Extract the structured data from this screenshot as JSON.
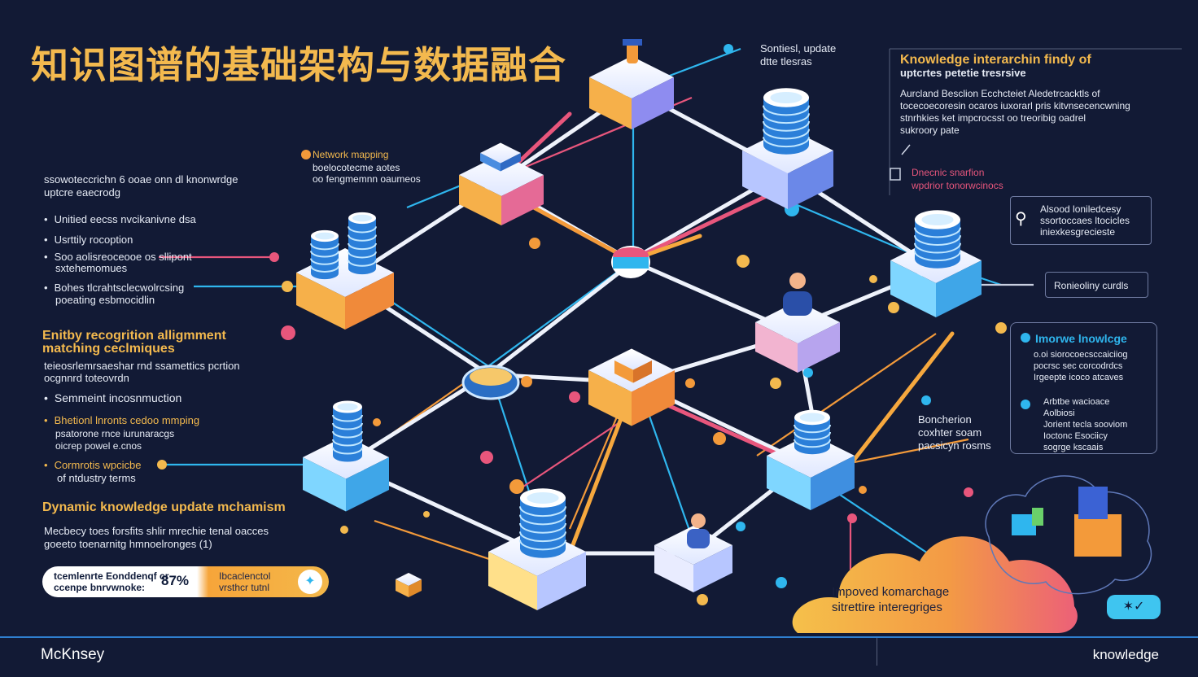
{
  "title": "知识图谱的基础架构与数据融合",
  "top_note": [
    "Sontiesl, update",
    "dtte tlesras"
  ],
  "left": {
    "intro": [
      "ssowoteccrichn 6 ooae onn dl knonwrdge",
      "uptcre eaecrodg"
    ],
    "bullets_1": [
      "Unitied eecss nvcikanivne dsa",
      "Usrttily rocoption",
      "Soo aolisreoceooe os sllipont",
      "Bohes tlcrahtsclecwolrcsing"
    ],
    "bullet_subs": [
      "sxtehemomues",
      "poeating esbmocidlin"
    ],
    "heading_1": [
      "Enitby recogrition alligmment",
      "matching ceclmiques"
    ],
    "para_1": [
      "teieosrlemrsaeshar rnd ssamettics pcrtion",
      "ocgnnrd toteovrdn"
    ],
    "bullet_2": "Semmeint incosnmuction",
    "bullet_3": [
      "Bhetionl lnronts cedoo mmping",
      "psatorone rnce iurunaracgs",
      "oicrep powel e.cnos"
    ],
    "bullet_4": [
      "Cormrotis wpcicbe",
      "of ntdustry terms"
    ],
    "heading_2": "Dynamic knowledge update mchamism",
    "para_2": [
      "Mecbecy toes forsfits shlir mrechie tenal oacces",
      "goeeto toenarnitg hmnoelronges (1)"
    ]
  },
  "pill": {
    "left_text": [
      "tcemlenrte Eonddenqf cr",
      "ccenpe bnrvwnoke:"
    ],
    "value": "87%",
    "right_text": [
      "Ibcaclenctol",
      "vrsthcr tutnl"
    ]
  },
  "graph_labels": {
    "network_mapping": [
      "Network mapping",
      "boelocotecme aotes",
      "oo fengmemnn oaumeos"
    ],
    "dynamic_section": [
      "Dnecnic snarfion",
      "wpdrior tonorwcinocs"
    ],
    "bottom_right": [
      "Boncherion",
      "coxhter soam",
      "pacsicyn rosms"
    ]
  },
  "right": {
    "heading": [
      "Knowledge interarchin findy of",
      "uptcrtes petetie tresrsive"
    ],
    "para": [
      "Aurcland  Besclion  Ecchcteiet  Aledetrcacktls of",
      "tocecoecoresin ocaros iuxorarl pris kitvnsecencwning",
      "stnrhkies  ket impcrocsst oo treoribig oadrel",
      "sukroory pate"
    ],
    "box_1": [
      "Alsood  loniledcesy",
      "ssortoccaes ltocicles",
      "iniexkesgrecieste"
    ],
    "box_2": "Ronieoliny curdls",
    "panel_heading": "Imorwe lnowlcge",
    "panel_items": [
      "o.oi siorocoecsccaiciiog",
      "pocrsc sec corcodrdcs",
      "Irgeepte icoco atcaves"
    ],
    "panel_heading_2": [
      "Arbtbe wacioace",
      "Aolbiosi"
    ],
    "panel_items_2": [
      "Jorient tecla sooviom",
      "Ioctonc Esociicy",
      "sogrge kscaais"
    ]
  },
  "cloud": {
    "line_1": "Impoved komarchage",
    "line_2": "sitrettire interegriges"
  },
  "footer": {
    "brand": "McKnsey",
    "right": "knowledge"
  },
  "colors": {
    "background": "#121a35",
    "accent": "#f3b94e",
    "cyan": "#2fb6ee",
    "pink": "#e8567c",
    "orange": "#f39a3a"
  }
}
